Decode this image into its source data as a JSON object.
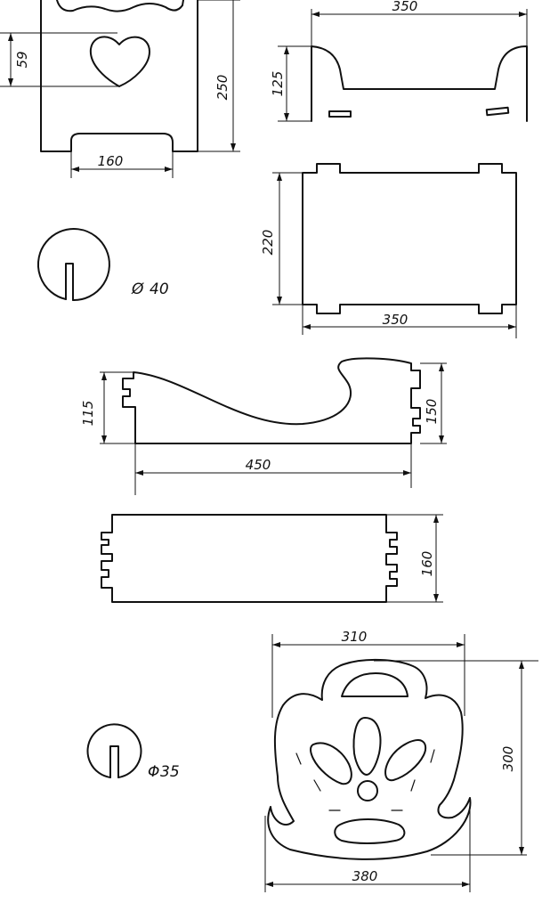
{
  "dimensions": {
    "heart_height": "59",
    "side_height": "250",
    "side_cutout_width": "160",
    "base_width_top": "350",
    "base_height": "125",
    "plate_height": "220",
    "plate_width": "350",
    "rocker_left_height": "115",
    "rocker_right_height": "150",
    "rocker_length": "450",
    "strip_height": "160",
    "end_width_top": "310",
    "end_height": "300",
    "end_width_bottom": "380"
  },
  "pegs": {
    "large": {
      "symbol": "Ø",
      "size": "40"
    },
    "small": {
      "symbol": "Φ",
      "size": "35"
    }
  }
}
